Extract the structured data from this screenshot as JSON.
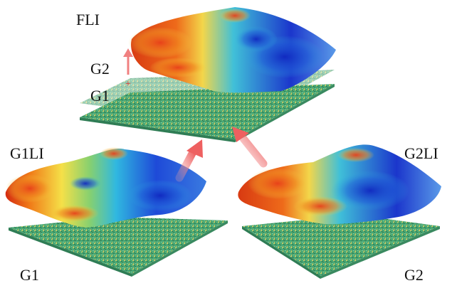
{
  "labels": {
    "fused_surface": "FLI",
    "g2_top": "G2",
    "g1_top": "G1",
    "g1_surface": "G1LI",
    "g2_surface": "G2LI",
    "g1_bottom": "G1",
    "g2_bottom": "G2",
    "plus_mark": "+"
  },
  "colors": {
    "terrain_low": "#1e3fd6",
    "terrain_mid_low": "#2ab0e6",
    "terrain_mid": "#f2e64a",
    "terrain_high": "#e8501e",
    "texture_green": "#3a9a6a",
    "texture_yellow": "#d8d060",
    "arrow": "#f08080"
  },
  "icons": [
    "up-arrow-icon",
    "diagonal-arrow-icon"
  ]
}
